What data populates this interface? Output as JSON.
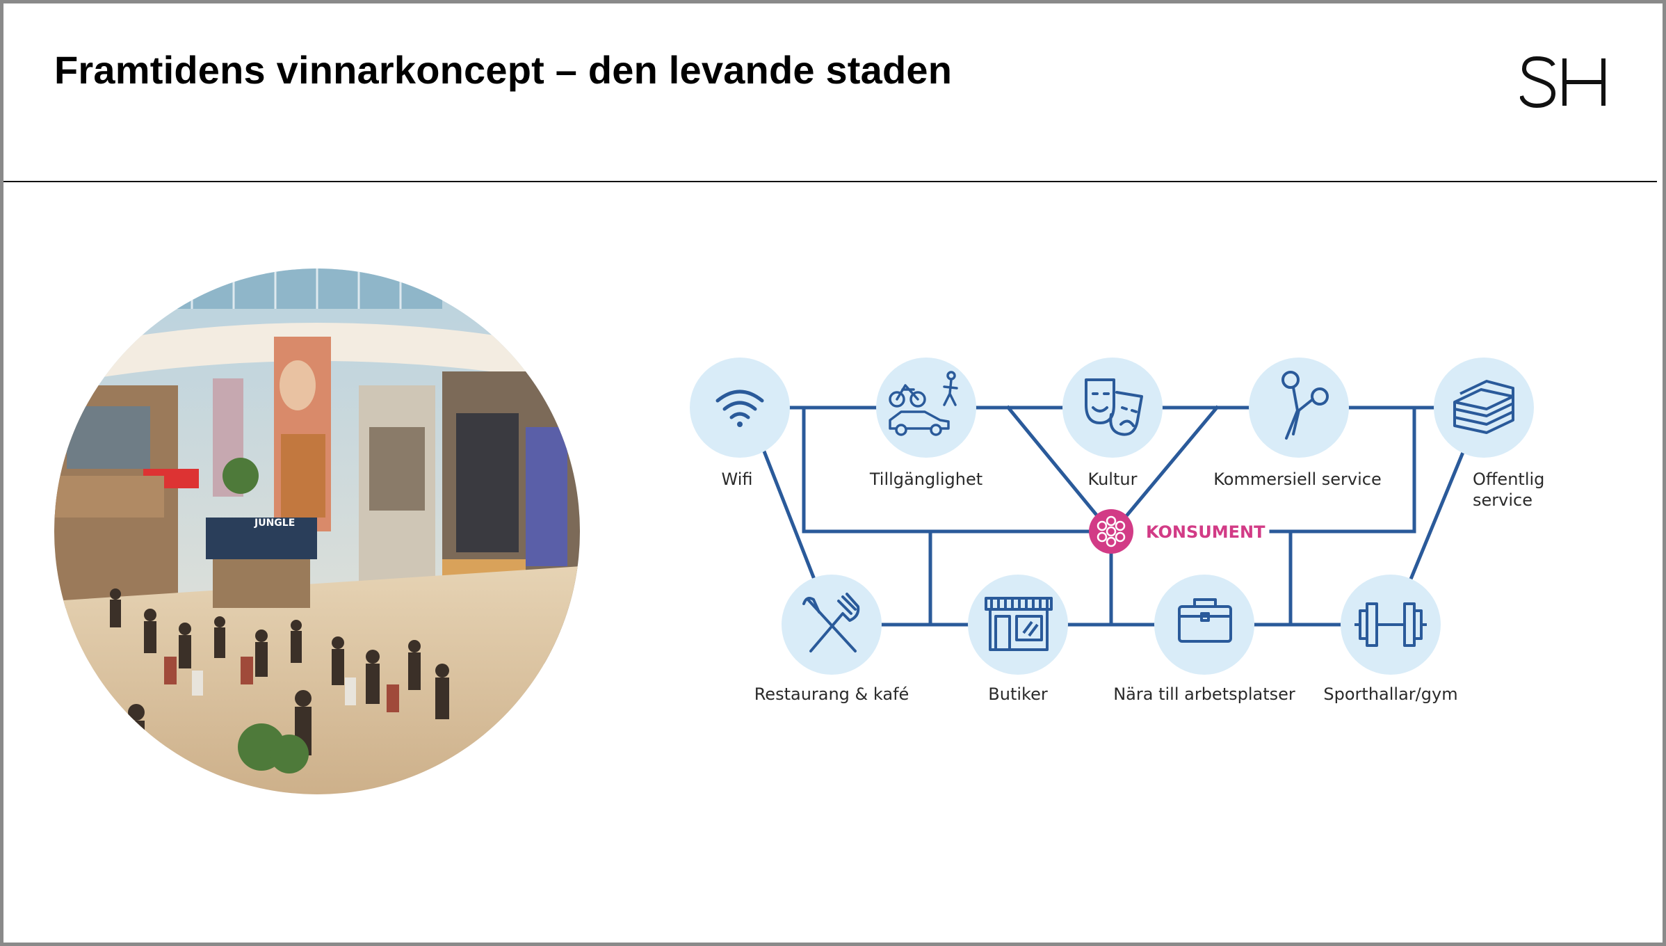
{
  "slide": {
    "title": "Framtidens vinnarkoncept – den levande staden",
    "logo_text": "SH"
  },
  "photo": {
    "description_icon": "shopping-mall-photo",
    "sign_text": "JUNGLE"
  },
  "diagram": {
    "center": {
      "label": "KONSUMENT",
      "icon": "network-flower-icon",
      "color": "#d23b86"
    },
    "top_nodes": [
      {
        "label": "Wifi",
        "icon": "wifi-icon"
      },
      {
        "label": "Tillgänglighet",
        "icon": "bike-walk-car-icon"
      },
      {
        "label": "Kultur",
        "icon": "theater-masks-icon"
      },
      {
        "label": "Kommersiell service",
        "icon": "scissors-icon"
      },
      {
        "label_line1": "Offentlig",
        "label_line2": "service",
        "icon": "books-icon"
      }
    ],
    "bottom_nodes": [
      {
        "label": "Restaurang & kafé",
        "icon": "fork-knife-icon"
      },
      {
        "label": "Butiker",
        "icon": "storefront-icon"
      },
      {
        "label": "Nära till arbetsplatser",
        "icon": "briefcase-icon"
      },
      {
        "label": "Sporthallar/gym",
        "icon": "dumbbell-icon"
      }
    ],
    "colors": {
      "line": "#2a5a9a",
      "node_bg": "#d9ecf8",
      "icon": "#2a5a9a"
    }
  }
}
